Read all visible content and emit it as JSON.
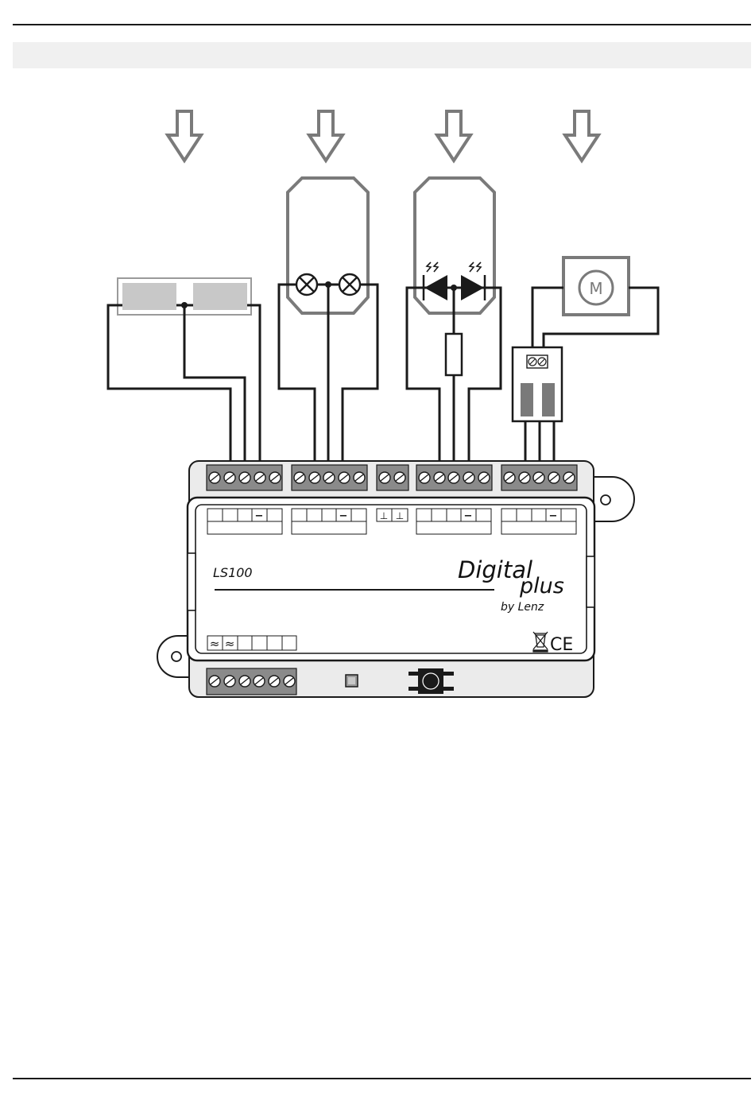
{
  "device": {
    "model": "LS100",
    "brand_line1": "Digital",
    "brand_line2": "plus",
    "brand_by": "by Lenz",
    "ce_mark": "CE",
    "dash_symbol": "−",
    "ground_symbol": "⊥",
    "ac_symbol": "≈",
    "motor_label": "M"
  },
  "colors": {
    "wire": "#1a1a1a",
    "outline_gray": "#7a7a7a",
    "fill_gray": "#c8c8c8",
    "body_gray": "#e6e6e6",
    "terminal_gray": "#8a8a8a"
  }
}
